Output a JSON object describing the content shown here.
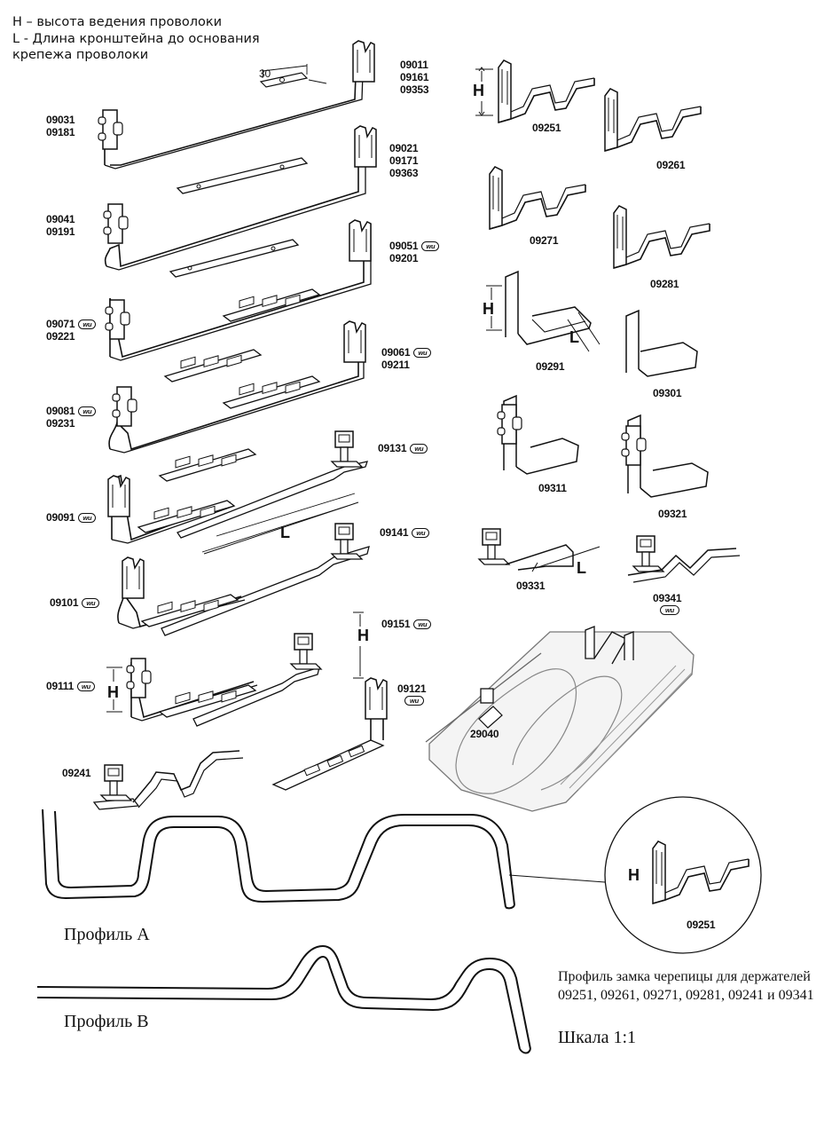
{
  "legend": {
    "line1": "H – высота ведения проволоки",
    "line2": "L - Длина кронштейна до основания крепежа проволоки"
  },
  "wu_badge": "wu",
  "dimensions": {
    "h": "H",
    "l": "L",
    "d30": "30"
  },
  "codes": {
    "c09031": [
      "09031",
      "09181"
    ],
    "c09011": [
      "09011",
      "09161",
      "09353"
    ],
    "c09021": [
      "09021",
      "09171",
      "09363"
    ],
    "c09041": [
      "09041",
      "09191"
    ],
    "c09051": [
      "09051",
      "09201"
    ],
    "c09071": [
      "09071",
      "09221"
    ],
    "c09061": [
      "09061",
      "09211"
    ],
    "c09081": [
      "09081",
      "09231"
    ],
    "c09131": "09131",
    "c09091": "09091",
    "c09141": "09141",
    "c09101": "09101",
    "c09151": "09151",
    "c09111": "09111",
    "c09121": "09121",
    "c09241": "09241",
    "c09251": "09251",
    "c09261": "09261",
    "c09271": "09271",
    "c09281": "09281",
    "c09291": "09291",
    "c09301": "09301",
    "c09311": "09311",
    "c09321": "09321",
    "c09331": "09331",
    "c09341": "09341",
    "c29040": "29040",
    "c09251b": "09251"
  },
  "profiles": {
    "a": "Профиль А",
    "b": "Профиль В",
    "caption_line1": "Профиль замка черепицы для держателей",
    "caption_line2": "09251, 09261, 09271, 09281, 09241 и 09341",
    "scale": "Шкала 1:1"
  },
  "colors": {
    "ink": "#111111",
    "tile_fill": "#f4f4f4",
    "tile_stroke": "#777777"
  }
}
